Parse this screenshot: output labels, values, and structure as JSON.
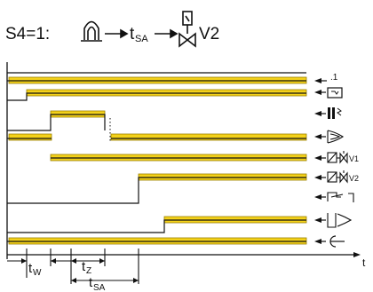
{
  "header": {
    "condition": "S4=1:",
    "time_label": "t",
    "time_subscript": "SA",
    "valve_label": "V2"
  },
  "colors": {
    "bar": "#f4d21a",
    "bar_edge": "#9a7f00",
    "line": "#111111"
  },
  "rows": [
    {
      "name": "row-1",
      "icon": "flame-sensor-icon",
      "text": ".1"
    },
    {
      "name": "row-2",
      "icon": "display-box-icon",
      "text": ""
    },
    {
      "name": "row-3",
      "icon": "ignition-transformer-icon",
      "text": ""
    },
    {
      "name": "row-4",
      "icon": "flame-icon",
      "text": ""
    },
    {
      "name": "row-5",
      "icon": "gas-valve-icon",
      "text": "V1"
    },
    {
      "name": "row-6",
      "icon": "gas-valve-icon",
      "text": "V2"
    },
    {
      "name": "row-7",
      "icon": "air-damper-icon",
      "text": ""
    },
    {
      "name": "row-8",
      "icon": "burner-flame-icon",
      "text": ""
    },
    {
      "name": "row-9",
      "icon": "fan-icon",
      "text": ""
    }
  ],
  "timing": {
    "tw": {
      "letter": "t",
      "sub": "W"
    },
    "tz": {
      "letter": "t",
      "sub": "Z"
    },
    "tsa": {
      "letter": "t",
      "sub": "SA"
    },
    "axis_end": "t"
  }
}
